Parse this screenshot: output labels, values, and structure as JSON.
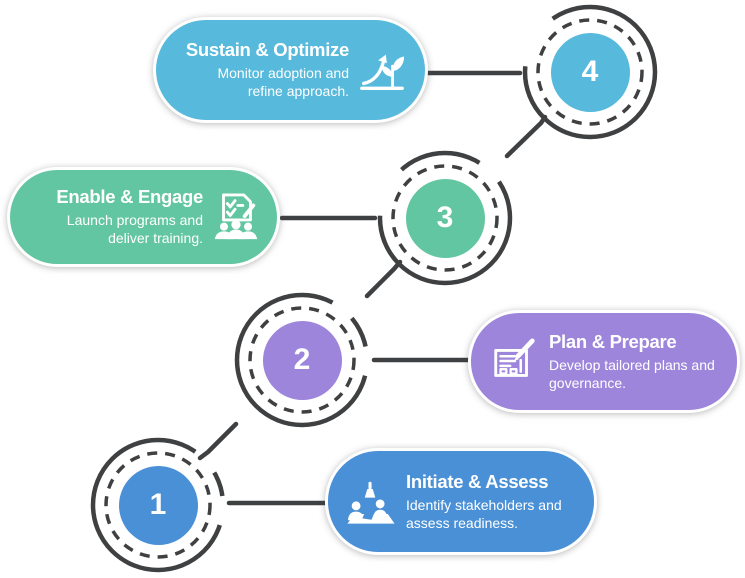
{
  "diagram": {
    "type": "roadmap-process",
    "connector_color": "#3E4042",
    "background_color": "#FFFFFF"
  },
  "steps": [
    {
      "number": "1",
      "title": "Initiate & Assess",
      "description": "Identify stakeholders and assess readiness.",
      "color": "#4A90D6",
      "icon": "people-desk-icon"
    },
    {
      "number": "2",
      "title": "Plan & Prepare",
      "description": "Develop tailored plans and governance.",
      "color": "#9D85DB",
      "icon": "plan-document-icon"
    },
    {
      "number": "3",
      "title": "Enable & Engage",
      "description": "Launch programs and deliver training.",
      "color": "#63C6A2",
      "icon": "checklist-people-icon"
    },
    {
      "number": "4",
      "title": "Sustain & Optimize",
      "description": "Monitor adoption and refine approach.",
      "color": "#57B9DB",
      "icon": "growth-plant-icon"
    }
  ]
}
